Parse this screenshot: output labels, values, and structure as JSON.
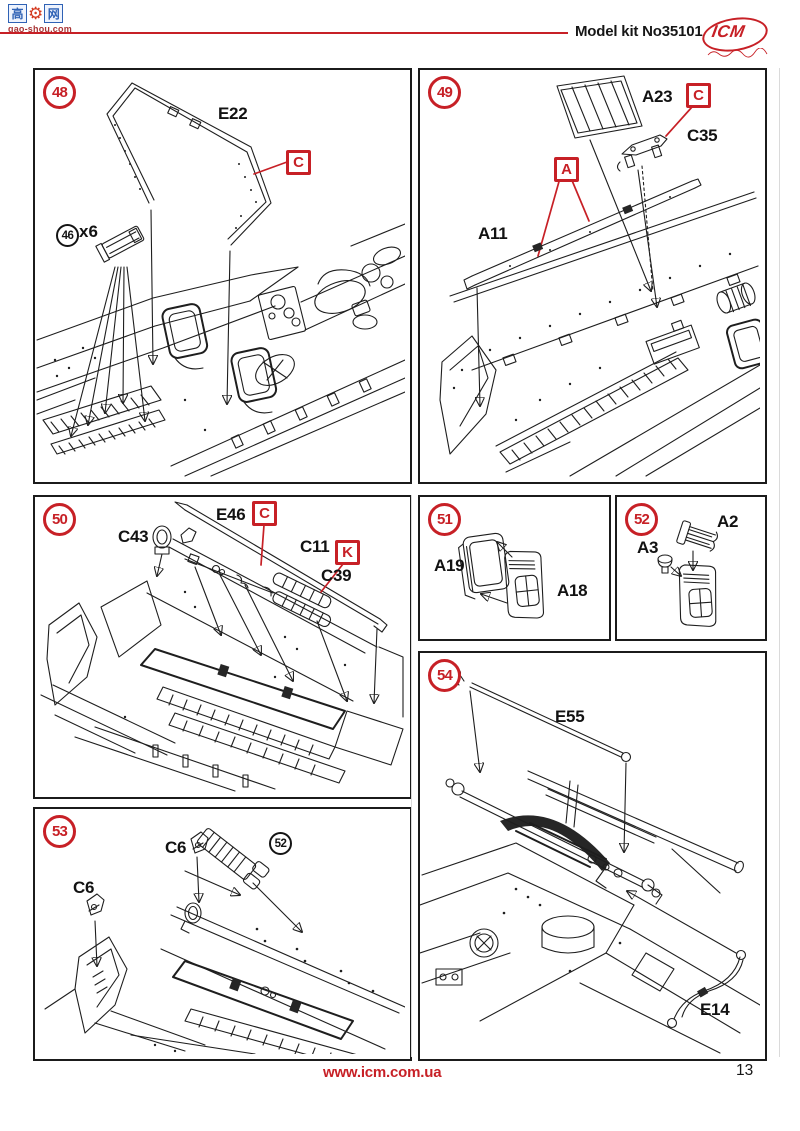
{
  "header": {
    "kit_no": "Model kit No35101",
    "brand": "ICM",
    "watermark": {
      "left_char": "高",
      "right_char": "网",
      "site": "gao-shou.com"
    }
  },
  "footer": {
    "site_url": "www.icm.com.ua",
    "page_number": "13"
  },
  "accent_red": "#c72026",
  "steps": {
    "s48": {
      "num": "48",
      "part_e22": "E22",
      "callout_c": "C",
      "ref_num": "46",
      "ref_qty": "x6"
    },
    "s49": {
      "num": "49",
      "part_a23": "A23",
      "callout_c": "C",
      "part_c35": "C35",
      "callout_a": "A",
      "part_a11": "A11"
    },
    "s50": {
      "num": "50",
      "part_c43": "C43",
      "part_e46": "E46",
      "callout_c": "C",
      "part_c11": "C11",
      "callout_k": "K",
      "part_c39": "C39"
    },
    "s51": {
      "num": "51",
      "part_a19": "A19",
      "part_a18": "A18"
    },
    "s52": {
      "num": "52",
      "part_a3": "A3",
      "part_a2": "A2"
    },
    "s53": {
      "num": "53",
      "part_c6_upper": "C6",
      "part_c6_left": "C6",
      "ref_num": "52"
    },
    "s54": {
      "num": "54",
      "part_e55": "E55",
      "part_e14": "E14"
    }
  }
}
